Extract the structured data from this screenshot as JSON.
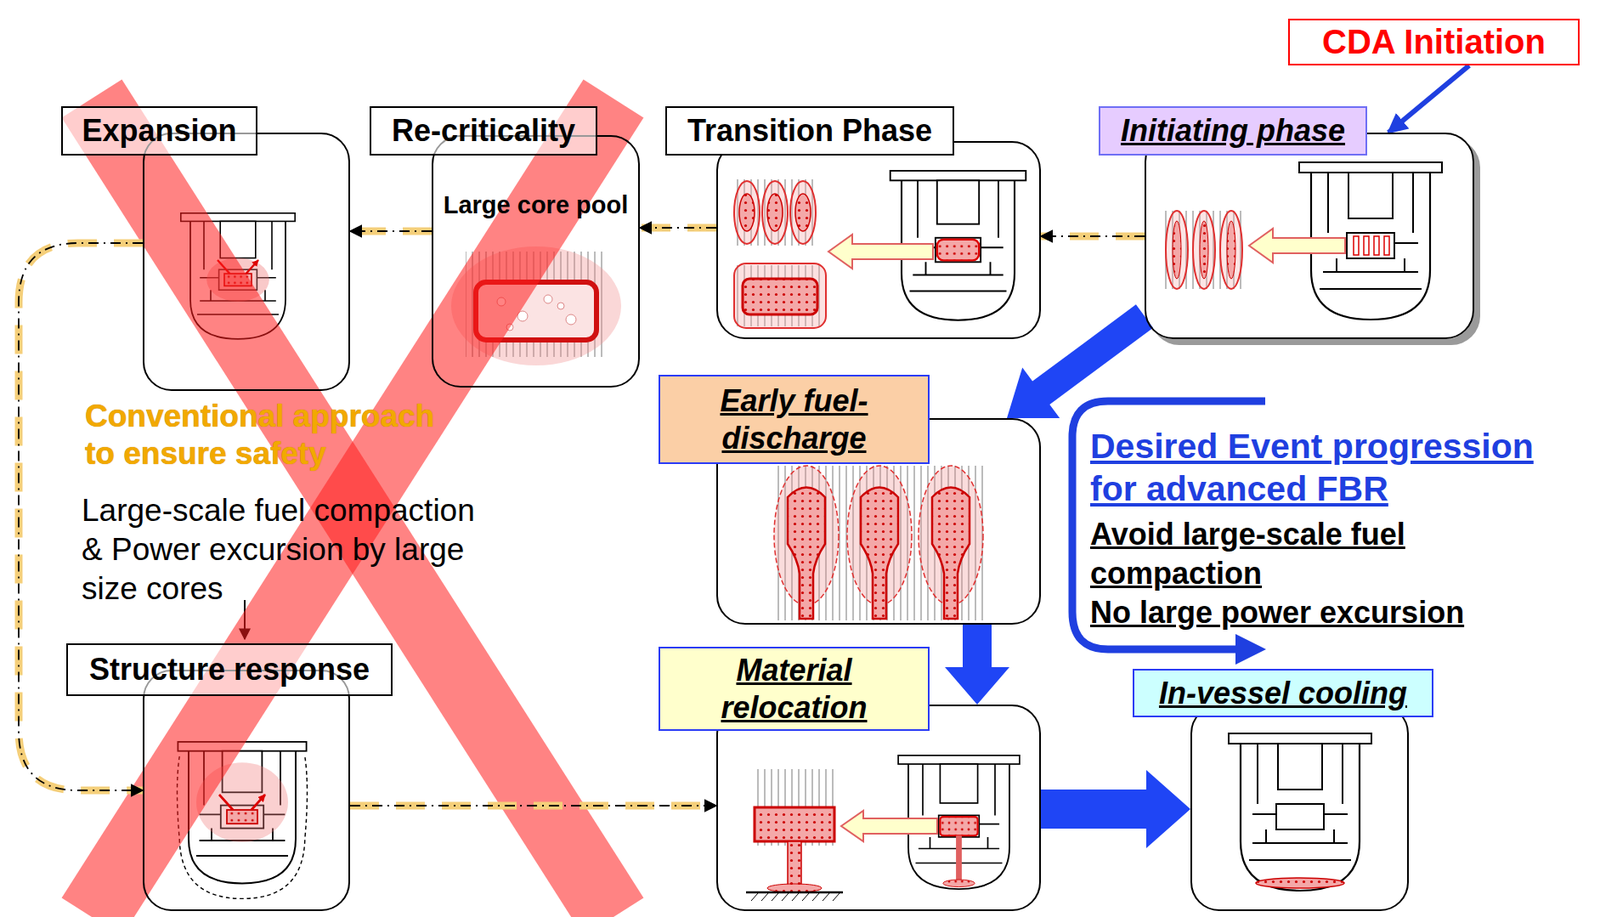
{
  "diagram": {
    "nodes": [
      {
        "text": [
          "CDA Initiation"
        ]
      },
      {
        "text": [
          "Expansion"
        ]
      },
      {
        "text": [
          "Re-criticality",
          "Large core pool"
        ]
      },
      {
        "text": [
          "Transition Phase"
        ]
      },
      {
        "text": [
          "Initiating phase"
        ]
      },
      {
        "text": [
          "Early fuel-discharge"
        ]
      },
      {
        "text": [
          "Structure response"
        ]
      },
      {
        "text": [
          "Material relocation"
        ]
      },
      {
        "text": [
          "In-vessel cooling"
        ]
      }
    ],
    "edges": [
      {
        "from": 0,
        "to": 4,
        "arrow": "to"
      },
      {
        "from": 4,
        "to": 3,
        "arrow": "to"
      },
      {
        "from": 3,
        "to": 2,
        "arrow": "to"
      },
      {
        "from": 2,
        "to": 1,
        "arrow": "to"
      },
      {
        "from": 1,
        "to": 6,
        "arrow": "to"
      },
      {
        "from": 6,
        "to": 7,
        "arrow": "to"
      },
      {
        "from": 4,
        "to": 5,
        "arrow": "to"
      },
      {
        "from": 5,
        "to": 7,
        "arrow": "to"
      },
      {
        "from": 7,
        "to": 8,
        "arrow": "to"
      }
    ],
    "labels": [
      "Conventional approach to ensure safety",
      "Large-scale fuel compaction & Power excursion by large size cores",
      "Desired Event progression for advanced FBR",
      "Avoid large-scale fuel compaction",
      "No large power excursion"
    ]
  }
}
